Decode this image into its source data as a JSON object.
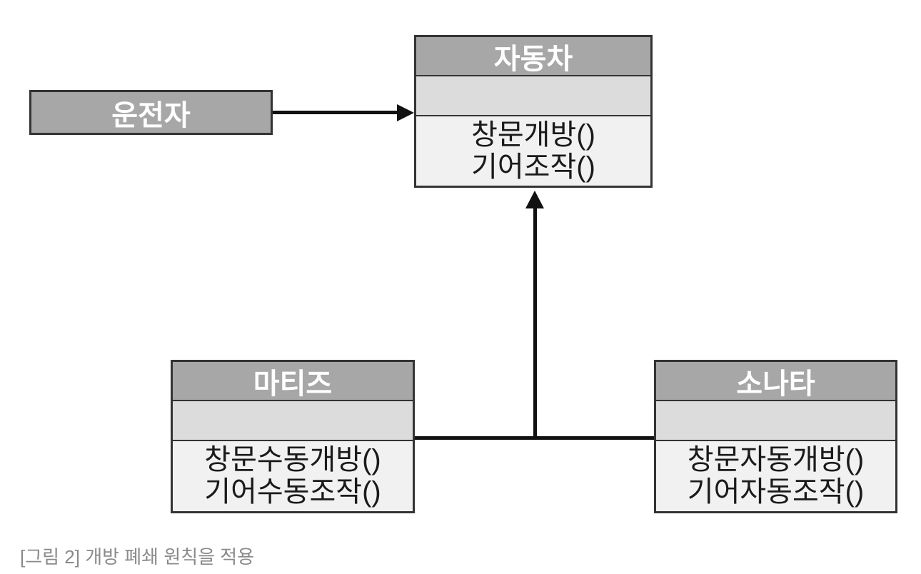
{
  "figure": {
    "caption": "[그림 2] 개방 폐쇄 원칙을 적용"
  },
  "diagram": {
    "type": "uml-class-diagram",
    "classes": {
      "driver": {
        "title": "운전자"
      },
      "car": {
        "title": "자동차",
        "attributes": [],
        "methods": [
          "창문개방()",
          "기어조작()"
        ]
      },
      "matiz": {
        "title": "마티즈",
        "attributes": [],
        "methods": [
          "창문수동개방()",
          "기어수동조작()"
        ]
      },
      "sonata": {
        "title": "소나타",
        "attributes": [],
        "methods": [
          "창문자동개방()",
          "기어자동조작()"
        ]
      }
    },
    "relationships": [
      {
        "from": "운전자",
        "to": "자동차",
        "type": "directed-association"
      },
      {
        "from": "마티즈",
        "to": "자동차",
        "type": "generalization"
      },
      {
        "from": "소나타",
        "to": "자동차",
        "type": "generalization"
      }
    ],
    "colors": {
      "class_header_fill": "#a7a7a7",
      "attribute_section_fill": "#dcdcdc",
      "method_section_fill": "#f1f1f1",
      "box_border": "#333333",
      "connector": "#111111",
      "title_text": "#ffffff",
      "method_text": "#1a1a1a",
      "caption_text": "#8a8a8a",
      "background": "#ffffff"
    }
  }
}
